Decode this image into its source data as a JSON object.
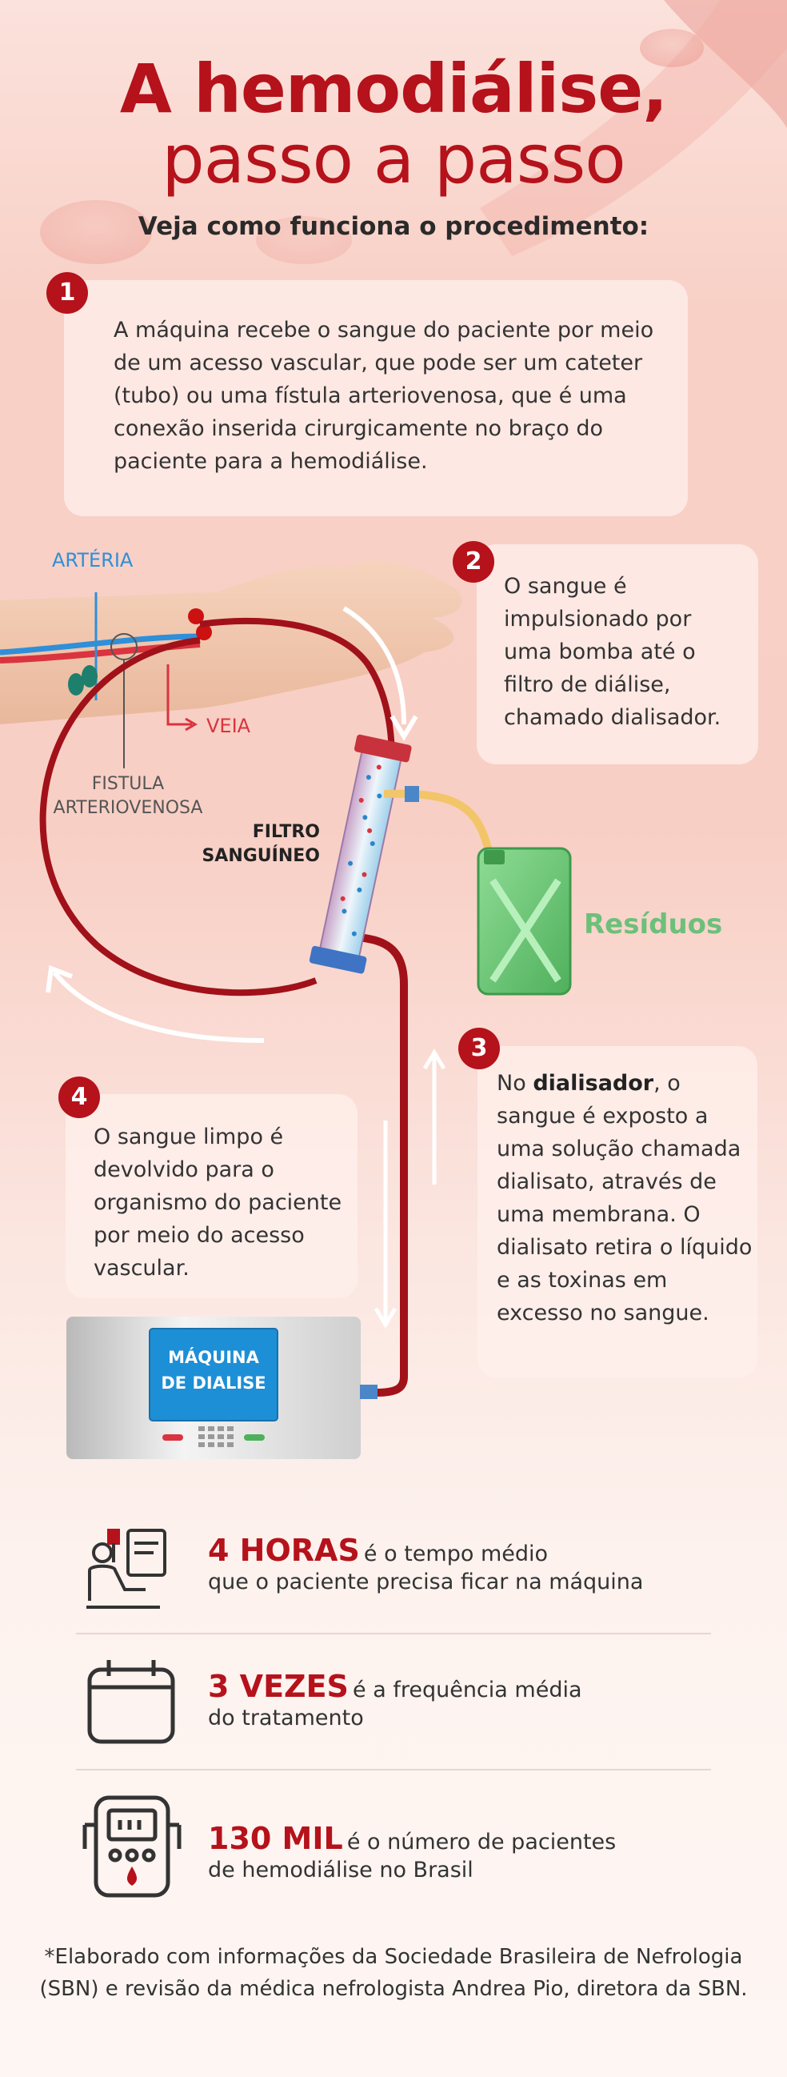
{
  "title_line1": "A hemodiálise,",
  "title_line2": "passo a passo",
  "subtitle": "Veja como funciona o procedimento:",
  "steps": [
    {
      "num": "1",
      "text": "A máquina recebe o sangue do paciente por meio de um acesso vascular, que pode ser um cateter (tubo) ou uma fístula arteriovenosa, que é uma conexão inserida cirurgicamente no braço do paciente para a hemodiálise."
    },
    {
      "num": "2",
      "text": "O sangue é impulsionado por uma bomba até o filtro de diálise, chamado dialisador."
    },
    {
      "num": "3",
      "pre": "No ",
      "bold": "dialisador",
      "post": ", o sangue é exposto a uma solução chamada dialisato, através de uma membrana. O dialisato retira o líquido e as toxinas em excesso no sangue."
    },
    {
      "num": "4",
      "text": "O sangue limpo é devolvido para o organismo do paciente por meio do acesso vascular."
    }
  ],
  "diagram": {
    "artery_label": "ARTÉRIA",
    "vein_label": "VEIA",
    "fistula_line1": "FISTULA",
    "fistula_line2": "ARTERIOVENOSA",
    "filter_line1": "FILTRO",
    "filter_line2": "SANGUÍNEO",
    "waste_label": "Resíduos",
    "machine_line1": "MÁQUINA",
    "machine_line2": "DE DIALISE"
  },
  "stats": [
    {
      "icon": "patient-machine-icon",
      "highlight": "4 HORAS",
      "rest": "é o tempo médio",
      "line2": "que o paciente precisa ficar na máquina"
    },
    {
      "icon": "calendar-icon",
      "highlight": "3 VEZES",
      "rest": "é a frequência média",
      "line2": "do tratamento"
    },
    {
      "icon": "dialysis-machine-icon",
      "highlight": "130 MIL",
      "rest": "é o número de pacientes",
      "line2": "de hemodiálise no Brasil"
    }
  ],
  "footnote_line1": "*Elaborado com informações da Sociedade Brasileira de Nefrologia",
  "footnote_line2": "(SBN) e revisão da médica nefrologista Andrea Pio, diretora da SBN.",
  "colors": {
    "accent": "#b5121b",
    "artery": "#2f8fd8",
    "vein": "#d9343f",
    "waste": "#6cc07a",
    "machine_screen": "#1d8fd6"
  }
}
